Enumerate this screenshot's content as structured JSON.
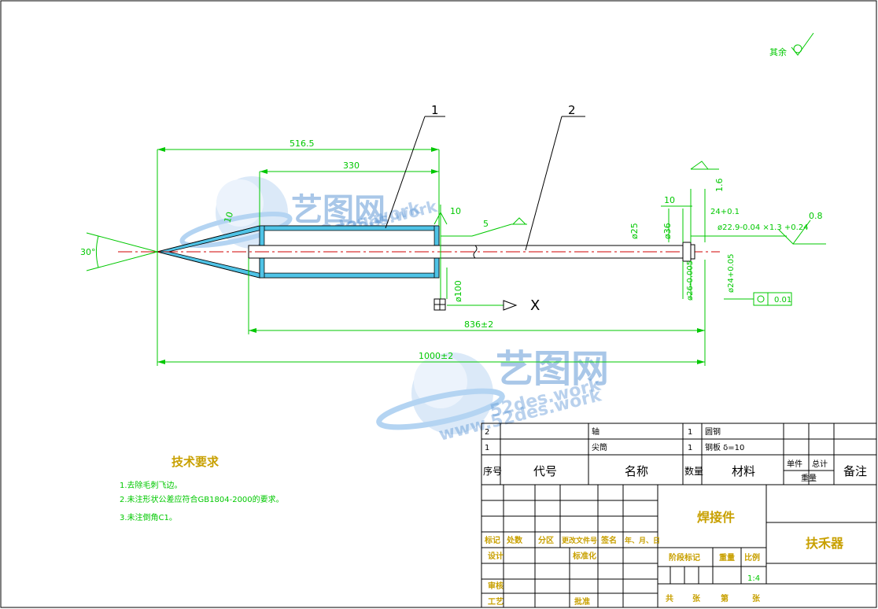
{
  "colors": {
    "line": "#00c800",
    "outline": "#000000",
    "centerline": "#d00000",
    "weld": "#4fc3e6",
    "title_text": "#c8a000",
    "block_text": "#000000",
    "note_text": "#00c800",
    "watermark": "#2f79c9"
  },
  "finish": {
    "label": "其余"
  },
  "balloons": [
    "1",
    "2"
  ],
  "dimensions": {
    "d516": "516.5",
    "d330": "330",
    "d836": "836±2",
    "d1000": "1000±2",
    "angle30": "30°",
    "d10_top": "10",
    "d10_right": "10",
    "phi25": "ø25",
    "phi36": "ø36",
    "phi22": "ø22.9-0.04 ×1.3 +0.24",
    "d24": "24+0.1",
    "d16": "1.6",
    "d08": "0.8",
    "phi100": "ø100",
    "phi26": "ø26-0.005",
    "phi24": "ø24+0.05",
    "weld5": "5",
    "weld_small": "10",
    "tol_value": "0.01",
    "x_label": "X"
  },
  "tech_req": {
    "title": "技术要求",
    "items": [
      "1.去除毛刺飞边。",
      "2.未注形状公差应符合GB1804-2000的要求。",
      "3.未注倒角C1。"
    ]
  },
  "bom": {
    "rows": [
      {
        "no": "2",
        "code": "",
        "name": "轴",
        "qty": "1",
        "material": "圆钢"
      },
      {
        "no": "1",
        "code": "",
        "name": "尖筒",
        "qty": "1",
        "material": "钢板 δ=10"
      }
    ],
    "header": {
      "no": "序号",
      "code": "代号",
      "name": "名称",
      "qty": "数量",
      "material": "材料",
      "unit": "单件",
      "total": "总计",
      "weight": "重量",
      "remark": "备注"
    }
  },
  "title_block": {
    "revision_headers": [
      "标记",
      "处数",
      "分区",
      "更改文件号",
      "签名",
      "年、月、日"
    ],
    "sign_labels": {
      "design": "设计",
      "standard": "标准化",
      "check": "审核",
      "process": "工艺",
      "approve": "批准"
    },
    "drawing_title": "焊接件",
    "part_name": "扶禾器",
    "stage_label": "阶段标记",
    "weight_label": "重量",
    "scale_label": "比例",
    "scale_value": "1:4",
    "sheet_parts": [
      "共",
      "张",
      "第",
      "张"
    ]
  },
  "watermark": {
    "brand": "艺图网",
    "domain": "52des.work",
    "domain2": "www.52des.work"
  }
}
